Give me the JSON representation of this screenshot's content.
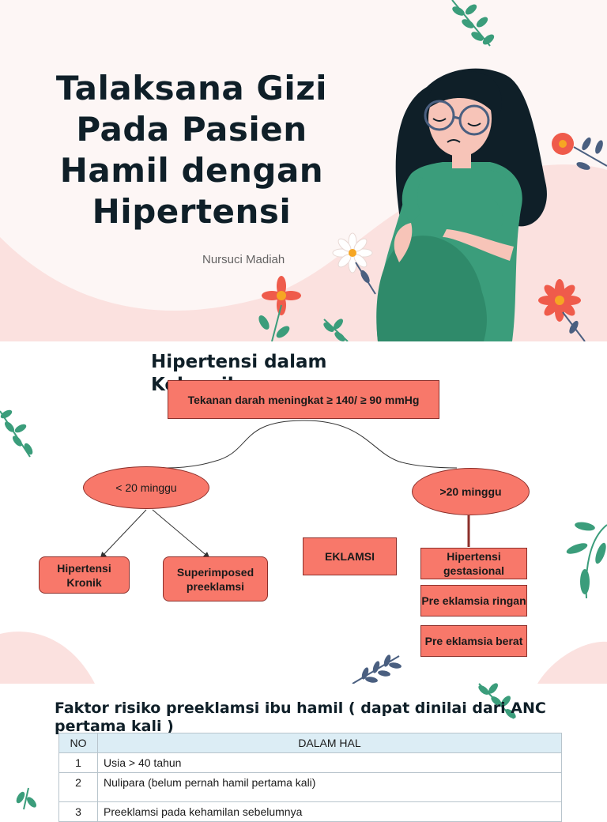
{
  "slide1": {
    "title": "Talaksana Gizi Pada Pasien Hamil dengan Hipertensi",
    "author": "Nursuci Madiah",
    "colors": {
      "background": "#fdf6f5",
      "wave": "#fbe1df",
      "dress": "#3b9d7b",
      "hair": "#0f1f28",
      "flower": "#ef5b4b",
      "leaf": "#3b9d7b"
    }
  },
  "slide2": {
    "title": "Hipertensi dalam Kehamilan",
    "root": "Tekanan darah meningkat ≥ 140/ ≥ 90 mmHg",
    "left_branch": "< 20 minggu",
    "right_branch": ">20 minggu",
    "left_children": [
      "Hipertensi Kronik",
      "Superimposed preeklamsi"
    ],
    "eklamsi": "EKLAMSI",
    "right_children": [
      "Hipertensi gestasional",
      "Pre eklamsia ringan",
      "Pre eklamsia berat"
    ],
    "colors": {
      "node_fill": "#f8786a",
      "node_border": "#8c2f2a"
    }
  },
  "slide3": {
    "title": "Faktor risiko preeklamsi ibu hamil ( dapat dinilai dari ANC pertama kali )",
    "table": {
      "headers": [
        "NO",
        "DALAM HAL"
      ],
      "rows": [
        [
          "1",
          "Usia > 40 tahun"
        ],
        [
          "2",
          "Nulipara (belum pernah hamil pertama kali)"
        ],
        [
          "3",
          "Preeklamsi pada kehamilan sebelumnya"
        ]
      ]
    },
    "colors": {
      "header_fill": "#dcedf5"
    }
  }
}
